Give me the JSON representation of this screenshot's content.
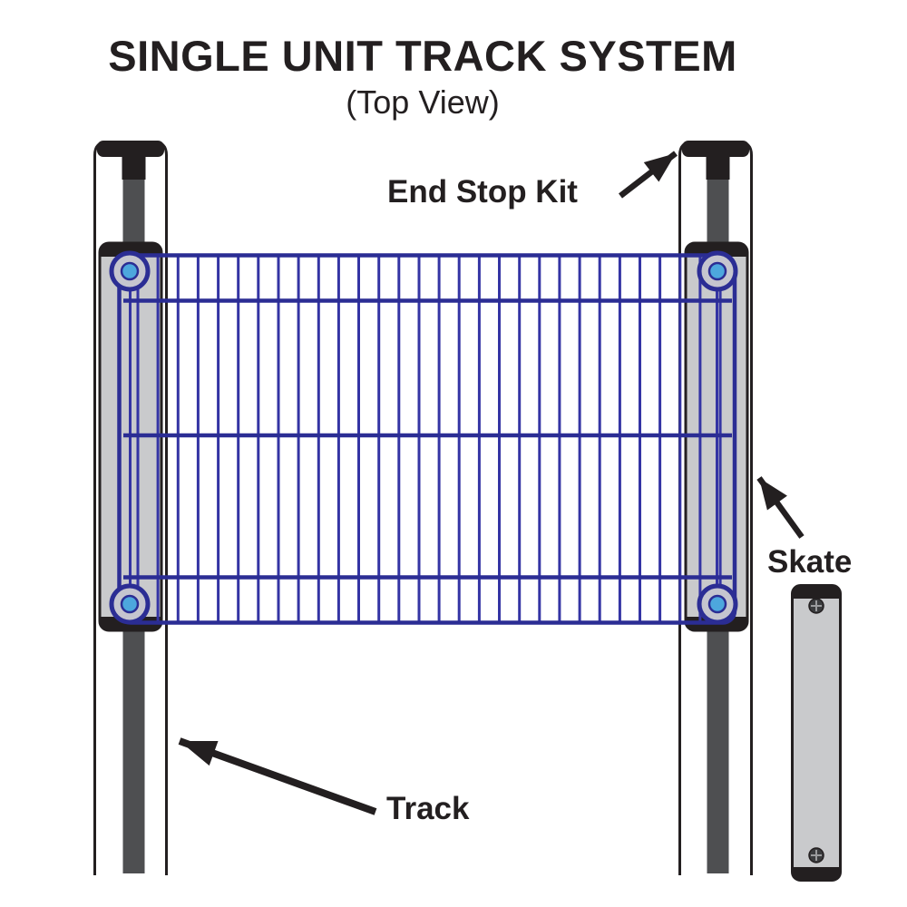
{
  "title": "SINGLE UNIT TRACK SYSTEM",
  "subtitle": "(Top View)",
  "labels": {
    "end_stop_kit": "End Stop Kit",
    "skate": "Skate",
    "track": "Track"
  },
  "colors": {
    "ink": "#231f20",
    "wire": "#3434a4",
    "wire_border": "#2b2d94",
    "rail_gray": "#4e4f51",
    "skate_gray": "#c9cacc",
    "wheel_ring": "#c5c5cf",
    "wheel_hub": "#4da7dd",
    "screw": "#3b3c3e",
    "screw_cross": "#9a9b9d",
    "background": "#ffffff"
  }
}
